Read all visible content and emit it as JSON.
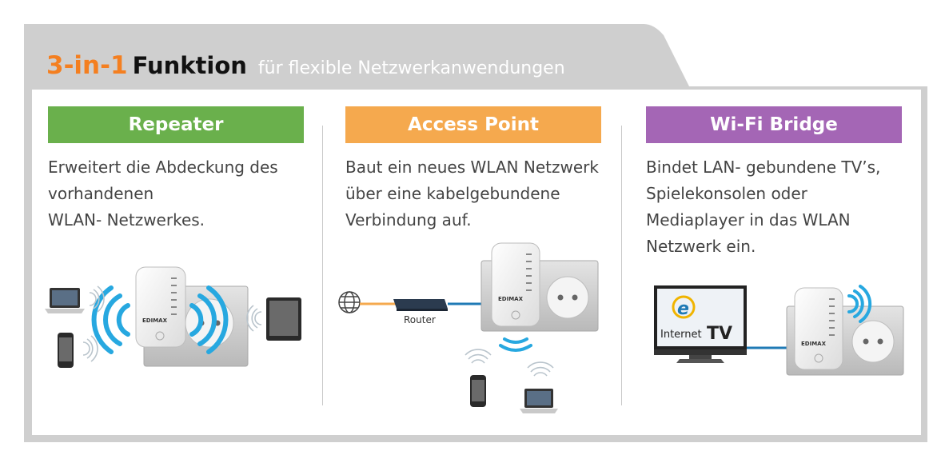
{
  "title": {
    "part1": "3-in-1",
    "part2": "Funktion",
    "part3": "für flexible Netzwerkanwendungen"
  },
  "panels": [
    {
      "label": "Repeater",
      "color": "#6ab04c",
      "desc": [
        "Erweitert die Abdeckung des",
        "vorhandenen",
        "WLAN- Netzwerkes."
      ]
    },
    {
      "label": "Access Point",
      "color": "#f5a94e",
      "desc": [
        "Baut ein neues WLAN Netzwerk",
        "über eine kabelgebundene",
        "Verbindung auf."
      ]
    },
    {
      "label": "Wi-Fi Bridge",
      "color": "#a466b5",
      "desc": [
        "Bindet LAN- gebundene TV’s,",
        "Spielekonsolen oder",
        "Mediaplayer in das WLAN",
        "Netzwerk ein."
      ]
    }
  ],
  "illustration": {
    "router_label": "Router",
    "brand": "EDIMAX",
    "tv_text_small": "Internet",
    "tv_text_big": "TV"
  },
  "colors": {
    "frame": "#cfcfcf",
    "accent_orange": "#f47f20",
    "wave_blue": "#27a8e0"
  }
}
